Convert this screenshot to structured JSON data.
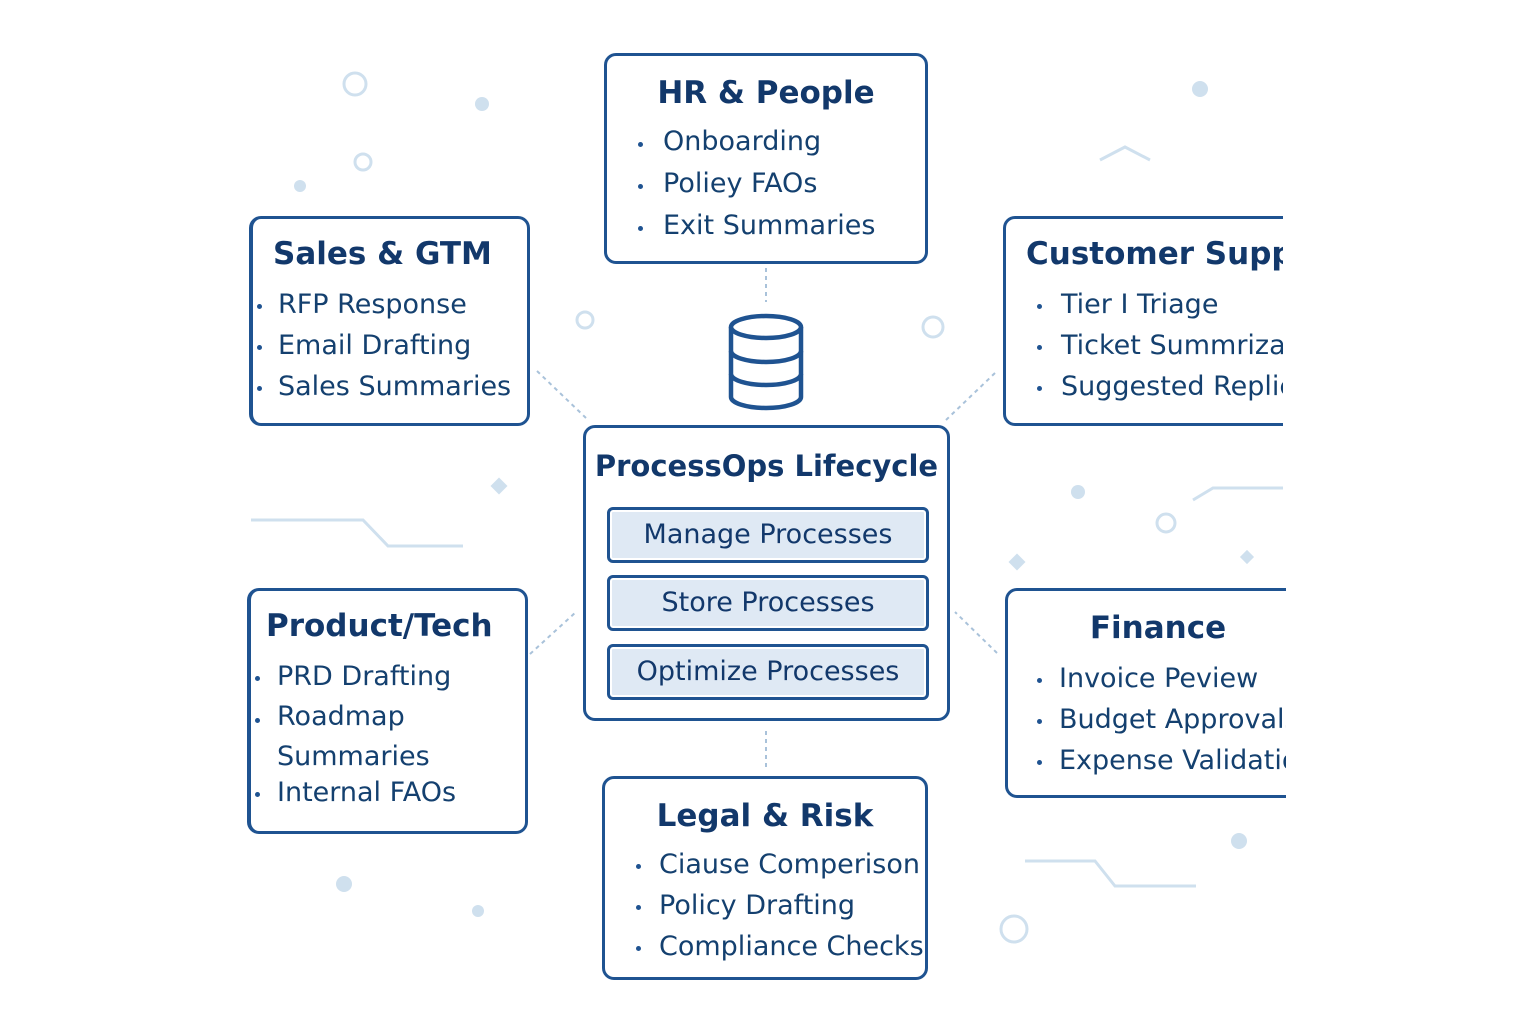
{
  "center": {
    "title": "ProcessOps Lifecycle",
    "stages": [
      "Manage Processes",
      "Store Processes",
      "Optimize Processes"
    ]
  },
  "departments": {
    "hr": {
      "title": "HR & People",
      "items": [
        "Onboarding",
        "Poliey FAOs",
        "Exit Summaries"
      ]
    },
    "sales": {
      "title": "Sales & GTM",
      "items": [
        "RFP Response",
        "Email Drafting",
        "Sales Summaries"
      ]
    },
    "support": {
      "title": "Customer Support",
      "items": [
        "Tier I Triage",
        "Ticket Summrization",
        "Suggested Replies"
      ]
    },
    "product": {
      "title": "Product/Tech",
      "items": [
        "PRD Drafting",
        "Roadmap Summaries",
        "Internal FAOs"
      ]
    },
    "finance": {
      "title": "Finance",
      "items": [
        "Invoice Peview",
        "Budget Approvals",
        "Expense Validation"
      ]
    },
    "legal": {
      "title": "Legal & Risk",
      "items": [
        "Ciause Comperison",
        "Policy Drafting",
        "Compliance Checks"
      ]
    }
  },
  "icons": {
    "center_icon": "database-icon"
  },
  "colors": {
    "primary": "#1f5391",
    "text": "#12386b",
    "stage_fill": "#dfe9f4",
    "decor": "#cfe0ee"
  }
}
